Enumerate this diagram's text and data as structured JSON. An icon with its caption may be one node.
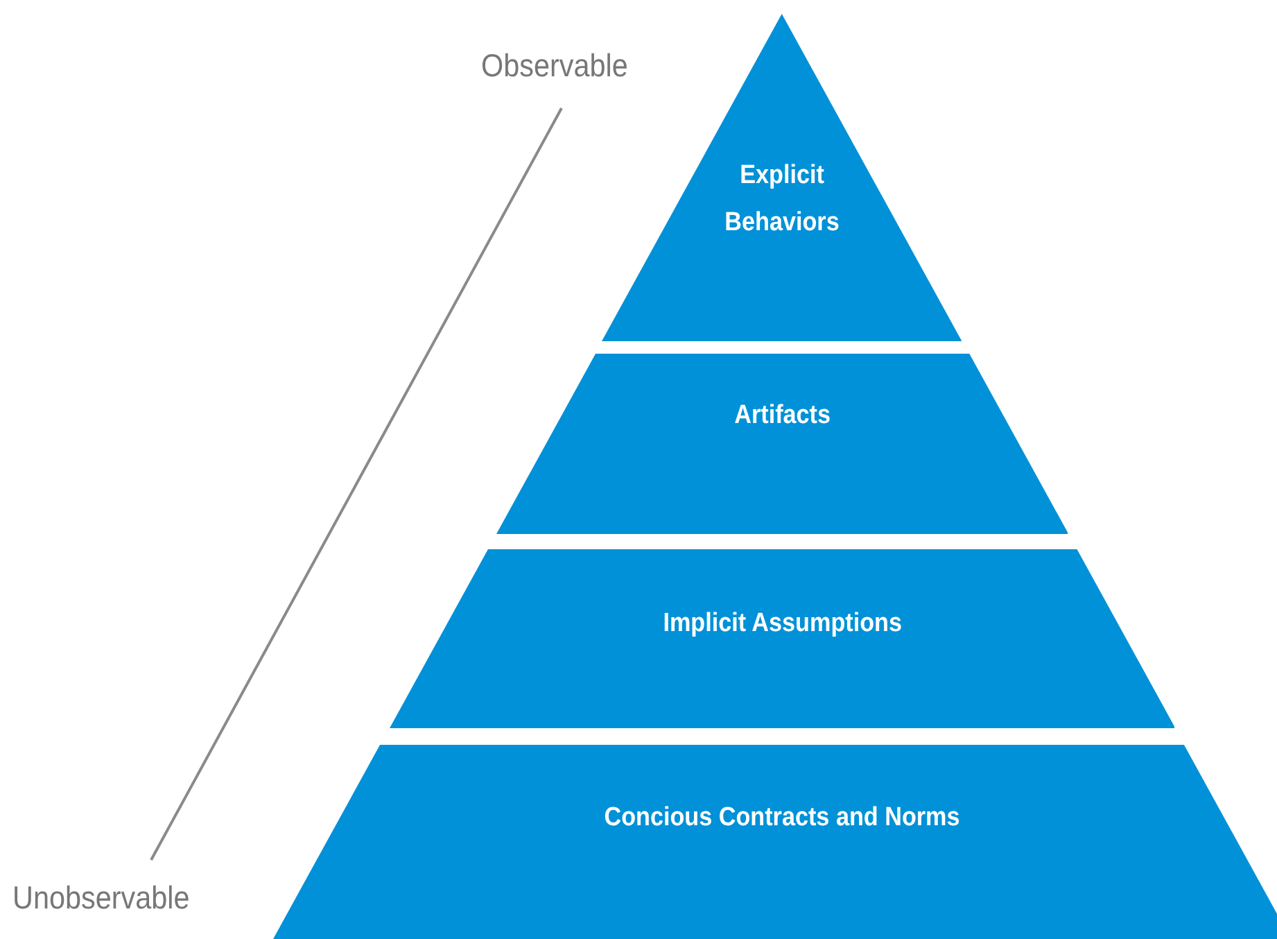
{
  "diagram": {
    "nodes": [
      {
        "text": [
          "Explicit Behaviors"
        ]
      },
      {
        "text": [
          "Artifacts"
        ]
      },
      {
        "text": [
          "Implicit Assumptions"
        ]
      },
      {
        "text": [
          "Concious Contracts and Norms"
        ]
      }
    ],
    "labels": [
      "Observable",
      "Unobservable"
    ]
  }
}
